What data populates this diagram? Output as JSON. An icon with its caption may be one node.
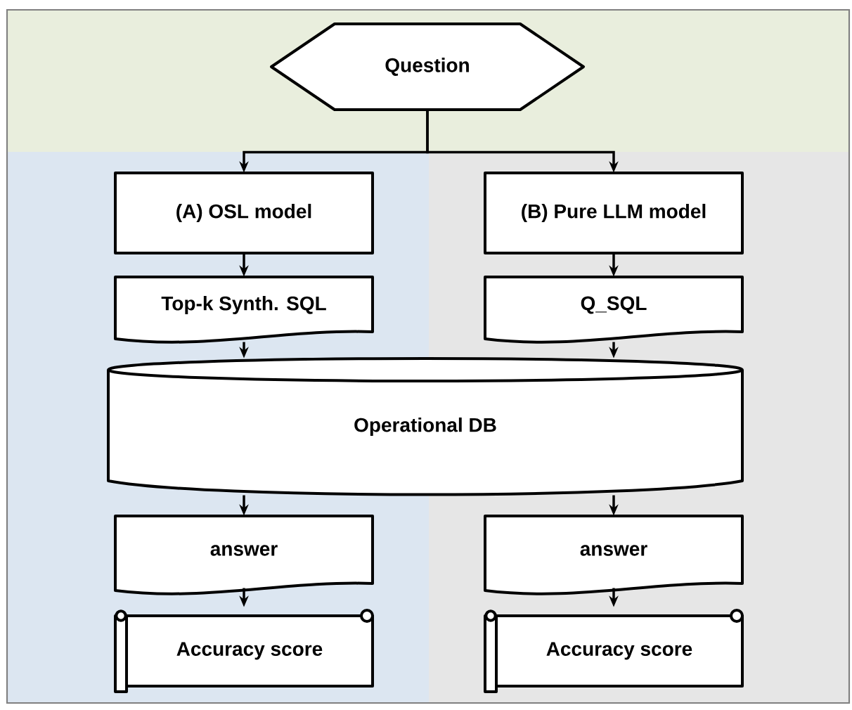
{
  "diagram": {
    "nodes": [
      {
        "text": [
          "Question"
        ]
      },
      {
        "text": [
          "(A)  OSL model"
        ]
      },
      {
        "text": [
          "(B) Pure LLM model"
        ]
      },
      {
        "text": [
          "Top-k Synth. SQL"
        ]
      },
      {
        "text": [
          "Q_SQL"
        ]
      },
      {
        "text": [
          "Operational DB"
        ]
      },
      {
        "text": [
          "answer"
        ]
      },
      {
        "text": [
          "answer"
        ]
      },
      {
        "text": [
          "Accuracy score"
        ]
      },
      {
        "text": [
          "Accuracy score"
        ]
      }
    ],
    "edges": [
      {
        "from": 0,
        "to": 1,
        "arrow": "to"
      },
      {
        "from": 0,
        "to": 2,
        "arrow": "to"
      },
      {
        "from": 1,
        "to": 3,
        "arrow": "to"
      },
      {
        "from": 2,
        "to": 4,
        "arrow": "to"
      },
      {
        "from": 3,
        "to": 5,
        "arrow": "to"
      },
      {
        "from": 4,
        "to": 5,
        "arrow": "to"
      },
      {
        "from": 5,
        "to": 6,
        "arrow": "to"
      },
      {
        "from": 5,
        "to": 7,
        "arrow": "to"
      },
      {
        "from": 6,
        "to": 8,
        "arrow": "to"
      },
      {
        "from": 7,
        "to": 9,
        "arrow": "to"
      }
    ]
  }
}
